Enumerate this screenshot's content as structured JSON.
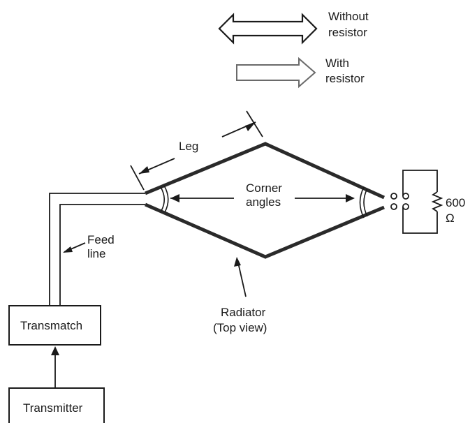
{
  "legend": {
    "without_resistor_line1": "Without",
    "without_resistor_line2": "resistor",
    "with_resistor_line1": "With",
    "with_resistor_line2": "resistor"
  },
  "labels": {
    "leg": "Leg",
    "corner_line1": "Corner",
    "corner_line2": "angles",
    "feed_line1": "Feed",
    "feed_line2": "line",
    "radiator_line1": "Radiator",
    "radiator_line2": "(Top view)",
    "resistor_value": "600",
    "resistor_unit": "Ω"
  },
  "boxes": {
    "transmatch": "Transmatch",
    "transmitter": "Transmitter"
  }
}
